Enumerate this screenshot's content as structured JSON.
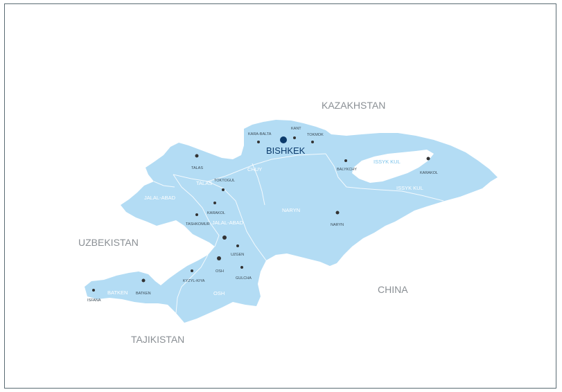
{
  "colors": {
    "land": "#b3dcf4",
    "borders": "#ffffff",
    "lake": "#ffffff",
    "city_dot": "#333333",
    "capital_dot": "#0b3a6b",
    "country_label": "#8a8f94"
  },
  "countries": {
    "kazakhstan": "KAZAKHSTAN",
    "uzbekistan": "UZBEKISTAN",
    "china": "CHINA",
    "tajikistan": "TAJIKISTAN"
  },
  "capital": {
    "name": "BISHKEK"
  },
  "regions": {
    "chuy": "CHUY",
    "talas": "TALAS",
    "jalal_abad_west": "JALAL-ABAD",
    "jalal_abad": "JALAL-ABAD",
    "naryn": "NARYN",
    "issyk_kul": "ISSYK KUL",
    "osh": "OSH",
    "batken": "BATKEN"
  },
  "lake": {
    "name": "ISSYK KUL"
  },
  "cities": {
    "kara_balta": "KARA-BALTA",
    "kant": "KANT",
    "tokmok": "TOKMOK",
    "talas": "TALAS",
    "toktogul": "TOKTOGUL",
    "karakol_west": "KARAKOL",
    "tashkomur": "TASHKOMUR",
    "balykchy": "BALYKCHY",
    "karakol": "KARAKOL",
    "naryn": "NARYN",
    "uzgen": "UZGEN",
    "osh": "OSH",
    "gulcha": "GULCHA",
    "kyzyl_kiya": "KYZYL-KIYA",
    "batken": "BATKEN",
    "isfana": "ISFANA"
  }
}
